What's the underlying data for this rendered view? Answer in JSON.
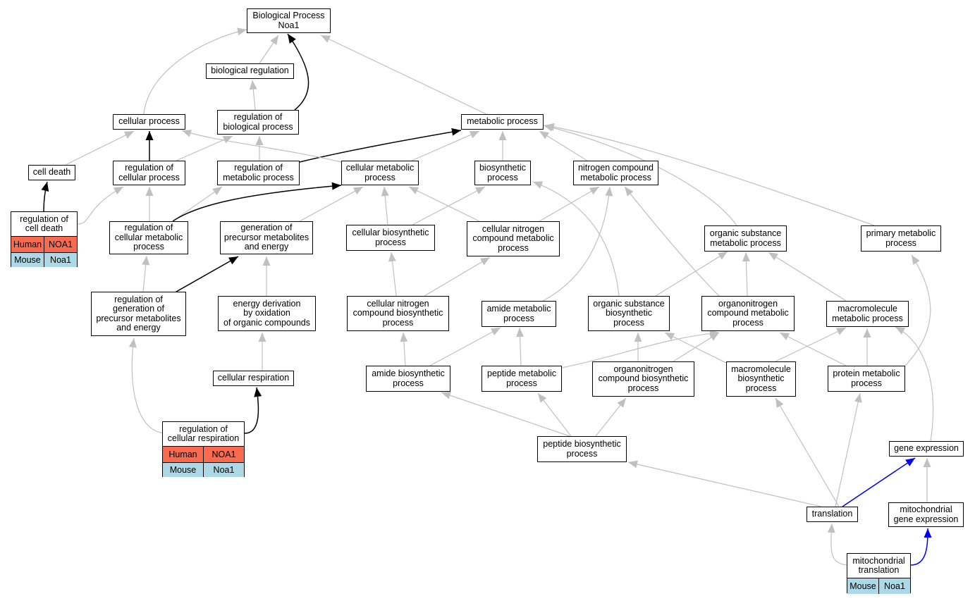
{
  "colors": {
    "edge_grey": "#c0c0c0",
    "edge_black": "#000000",
    "edge_blue": "#0000ff",
    "human": "#fa6a4f",
    "mouse": "#add8e6"
  },
  "nodes": {
    "bp": "Biological Process\nNoa1",
    "bioreg": "biological regulation",
    "regbio": "regulation of\nbiological process",
    "cellproc": "cellular process",
    "metproc": "metabolic process",
    "celldeath": "cell death",
    "regcell": "regulation of\ncellular process",
    "regmet": "regulation of\nmetabolic process",
    "cellmet": "cellular metabolic\nprocess",
    "biosyn": "biosynthetic\nprocess",
    "nitro": "nitrogen compound\nmetabolic process",
    "regcellmet": "regulation of\ncellular metabolic\nprocess",
    "genprec": "generation of\nprecursor metabolites\nand energy",
    "cellbiosyn": "cellular biosynthetic\nprocess",
    "cellnitro": "cellular nitrogen\ncompound metabolic\nprocess",
    "orgsub": "organic substance\nmetabolic process",
    "primmet": "primary metabolic\nprocess",
    "reggenprec": "regulation of\ngeneration of\nprecursor metabolites\nand energy",
    "energy": "energy derivation\nby oxidation\nof organic compounds",
    "cellnitrobio": "cellular nitrogen\ncompound biosynthetic\nprocess",
    "amidemet": "amide metabolic\nprocess",
    "orgsubbio": "organic substance\nbiosynthetic\nprocess",
    "organonitro": "organonitrogen\ncompound metabolic\nprocess",
    "macromet": "macromolecule\nmetabolic process",
    "cellresp": "cellular respiration",
    "amidebio": "amide biosynthetic\nprocess",
    "peptmet": "peptide metabolic\nprocess",
    "organonitrobio": "organonitrogen\ncompound biosynthetic\nprocess",
    "macrobio": "macromolecule\nbiosynthetic\nprocess",
    "protmet": "protein metabolic\nprocess",
    "peptbio": "peptide biosynthetic\nprocess",
    "geneexp": "gene expression",
    "translation": "translation",
    "mitogene": "mitochondrial\ngene expression"
  },
  "annotated": {
    "regcelldeath": {
      "title": "regulation of\ncell death",
      "human": {
        "species": "Human",
        "gene": "NOA1"
      },
      "mouse": {
        "species": "Mouse",
        "gene": "Noa1"
      }
    },
    "regcellresp": {
      "title": "regulation of\ncellular respiration",
      "human": {
        "species": "Human",
        "gene": "NOA1"
      },
      "mouse": {
        "species": "Mouse",
        "gene": "Noa1"
      }
    },
    "mitotrans": {
      "title": "mitochondrial\ntranslation",
      "mouse": {
        "species": "Mouse",
        "gene": "Noa1"
      }
    }
  }
}
